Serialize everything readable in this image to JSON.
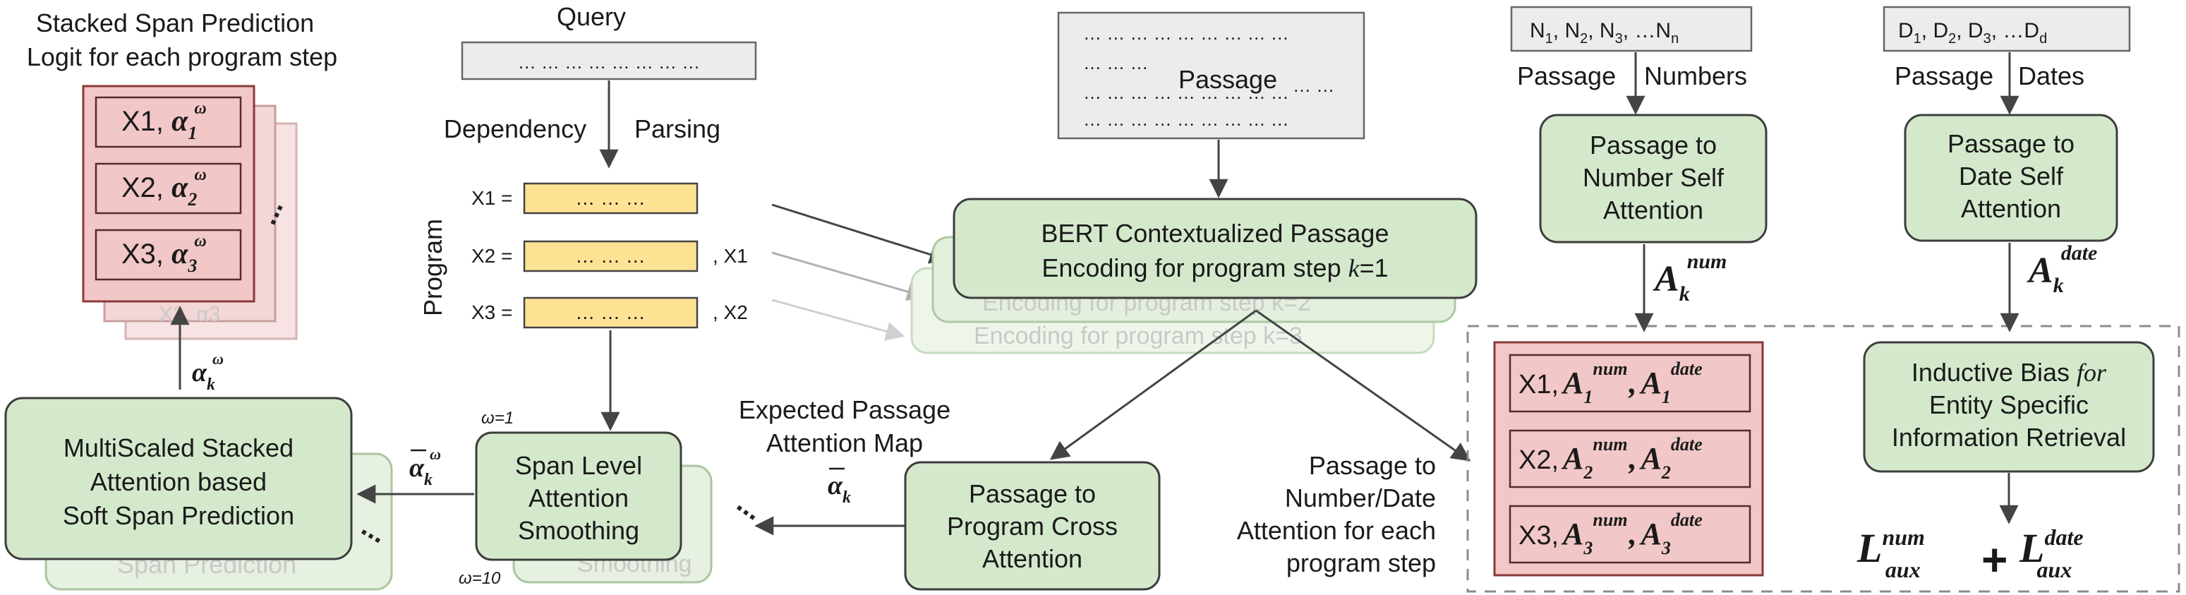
{
  "colors": {
    "green_fill": "#d4e9cc",
    "green_stroke": "#6e9963",
    "red_fill": "#f2c7c7",
    "red_stroke": "#8a3a3a",
    "yellow_fill": "#fde293",
    "grey_fill": "#ececec",
    "grey_stroke": "#666666",
    "arrow": "#444444",
    "dashed": "#8c8c8c"
  },
  "query": {
    "title": "Query",
    "dots": "… … … … … … … …"
  },
  "parsing": {
    "left": "Dependency",
    "right": "Parsing"
  },
  "program": {
    "label": "Program",
    "rows": [
      {
        "var": "X1 =",
        "dots": "… … …",
        "arg": ""
      },
      {
        "var": "X2 =",
        "dots": "… … …",
        "arg": ", X1"
      },
      {
        "var": "X3 =",
        "dots": "… … …",
        "arg": ", X2"
      }
    ]
  },
  "passage": {
    "dots_lines": [
      "… … … … … … … … …",
      "… … …",
      "… … … … … … … … …",
      "… … … … … … … … …"
    ],
    "label": "Passage",
    "dots_after": "… …"
  },
  "bert": {
    "line1": "BERT Contextualized Passage",
    "line2_prefix": "Encoding for program step ",
    "line2_var": "k",
    "line2_suffix": "=1",
    "ghost1": "Encoding for program step k=2",
    "ghost2": "Encoding for program step k=3"
  },
  "numbers": {
    "sequence": {
      "a": "N",
      "a_sub": "1",
      "b": ", N",
      "b_sub": "2",
      "c": ", N",
      "c_sub": "3",
      "d": ", …N",
      "d_sub": "n"
    },
    "caption_left": "Passage",
    "caption_right": "Numbers",
    "box": [
      "Passage to",
      "Number Self",
      "Attention"
    ],
    "attn_symbol": {
      "main": "A",
      "sub": "k",
      "sup": "num"
    }
  },
  "dates": {
    "sequence": {
      "a": "D",
      "a_sub": "1",
      "b": ", D",
      "b_sub": "2",
      "c": ", D",
      "c_sub": "3",
      "d": ", …D",
      "d_sub": "d"
    },
    "caption_left": "Passage",
    "caption_right": "Dates",
    "box": [
      "Passage to",
      "Date Self",
      "Attention"
    ],
    "attn_symbol": {
      "main": "A",
      "sub": "k",
      "sup": "date"
    }
  },
  "stacked_logits": {
    "title_line1": "Stacked Span Prediction",
    "title_line2": "Logit for each program step",
    "rows": [
      {
        "x": "X1,",
        "alpha": "α",
        "sub": "1",
        "sup": "ω"
      },
      {
        "x": "X2,",
        "alpha": "α",
        "sub": "2",
        "sup": "ω"
      },
      {
        "x": "X3,",
        "alpha": "α",
        "sub": "3",
        "sup": "ω"
      }
    ],
    "ghost_text": "X3, α3"
  },
  "alpha_k_omega": {
    "main": "α",
    "sub": "k",
    "sup": "ω"
  },
  "alpha_bar_k_omega": {
    "main": "α",
    "sub": "k",
    "sup": "ω"
  },
  "multiscale": {
    "lines": [
      "MultiScaled Stacked",
      "Attention based",
      "Soft Span Prediction"
    ],
    "ghost": "Span Prediction"
  },
  "smoothing": {
    "lines": [
      "Span Level",
      "Attention",
      "Smoothing"
    ],
    "ghost": "Smoothing",
    "omega_top": "ω=1",
    "omega_bottom": "ω=10"
  },
  "expected_map": {
    "line1": "Expected Passage",
    "line2": "Attention Map",
    "symbol": {
      "main": "α",
      "sub": "k"
    }
  },
  "cross_attention": {
    "lines": [
      "Passage to",
      "Program Cross",
      "Attention"
    ]
  },
  "num_date_attention": {
    "lines": [
      "Passage to",
      "Number/Date",
      "Attention for each",
      "program step"
    ]
  },
  "per_step_attn": {
    "rows": [
      {
        "x": "X1,",
        "sub": "1"
      },
      {
        "x": "X2,",
        "sub": "2"
      },
      {
        "x": "X3,",
        "sub": "3"
      }
    ],
    "A": "A",
    "num": "num",
    "date": "date"
  },
  "inductive": {
    "line1_a": "Inductive Bias ",
    "line1_b": "for",
    "line2": "Entity Specific",
    "line3": "Information Retrieval"
  },
  "loss": {
    "L": "L",
    "num_sup": "num",
    "date_sup": "date",
    "sub": "aux",
    "plus": "+"
  }
}
